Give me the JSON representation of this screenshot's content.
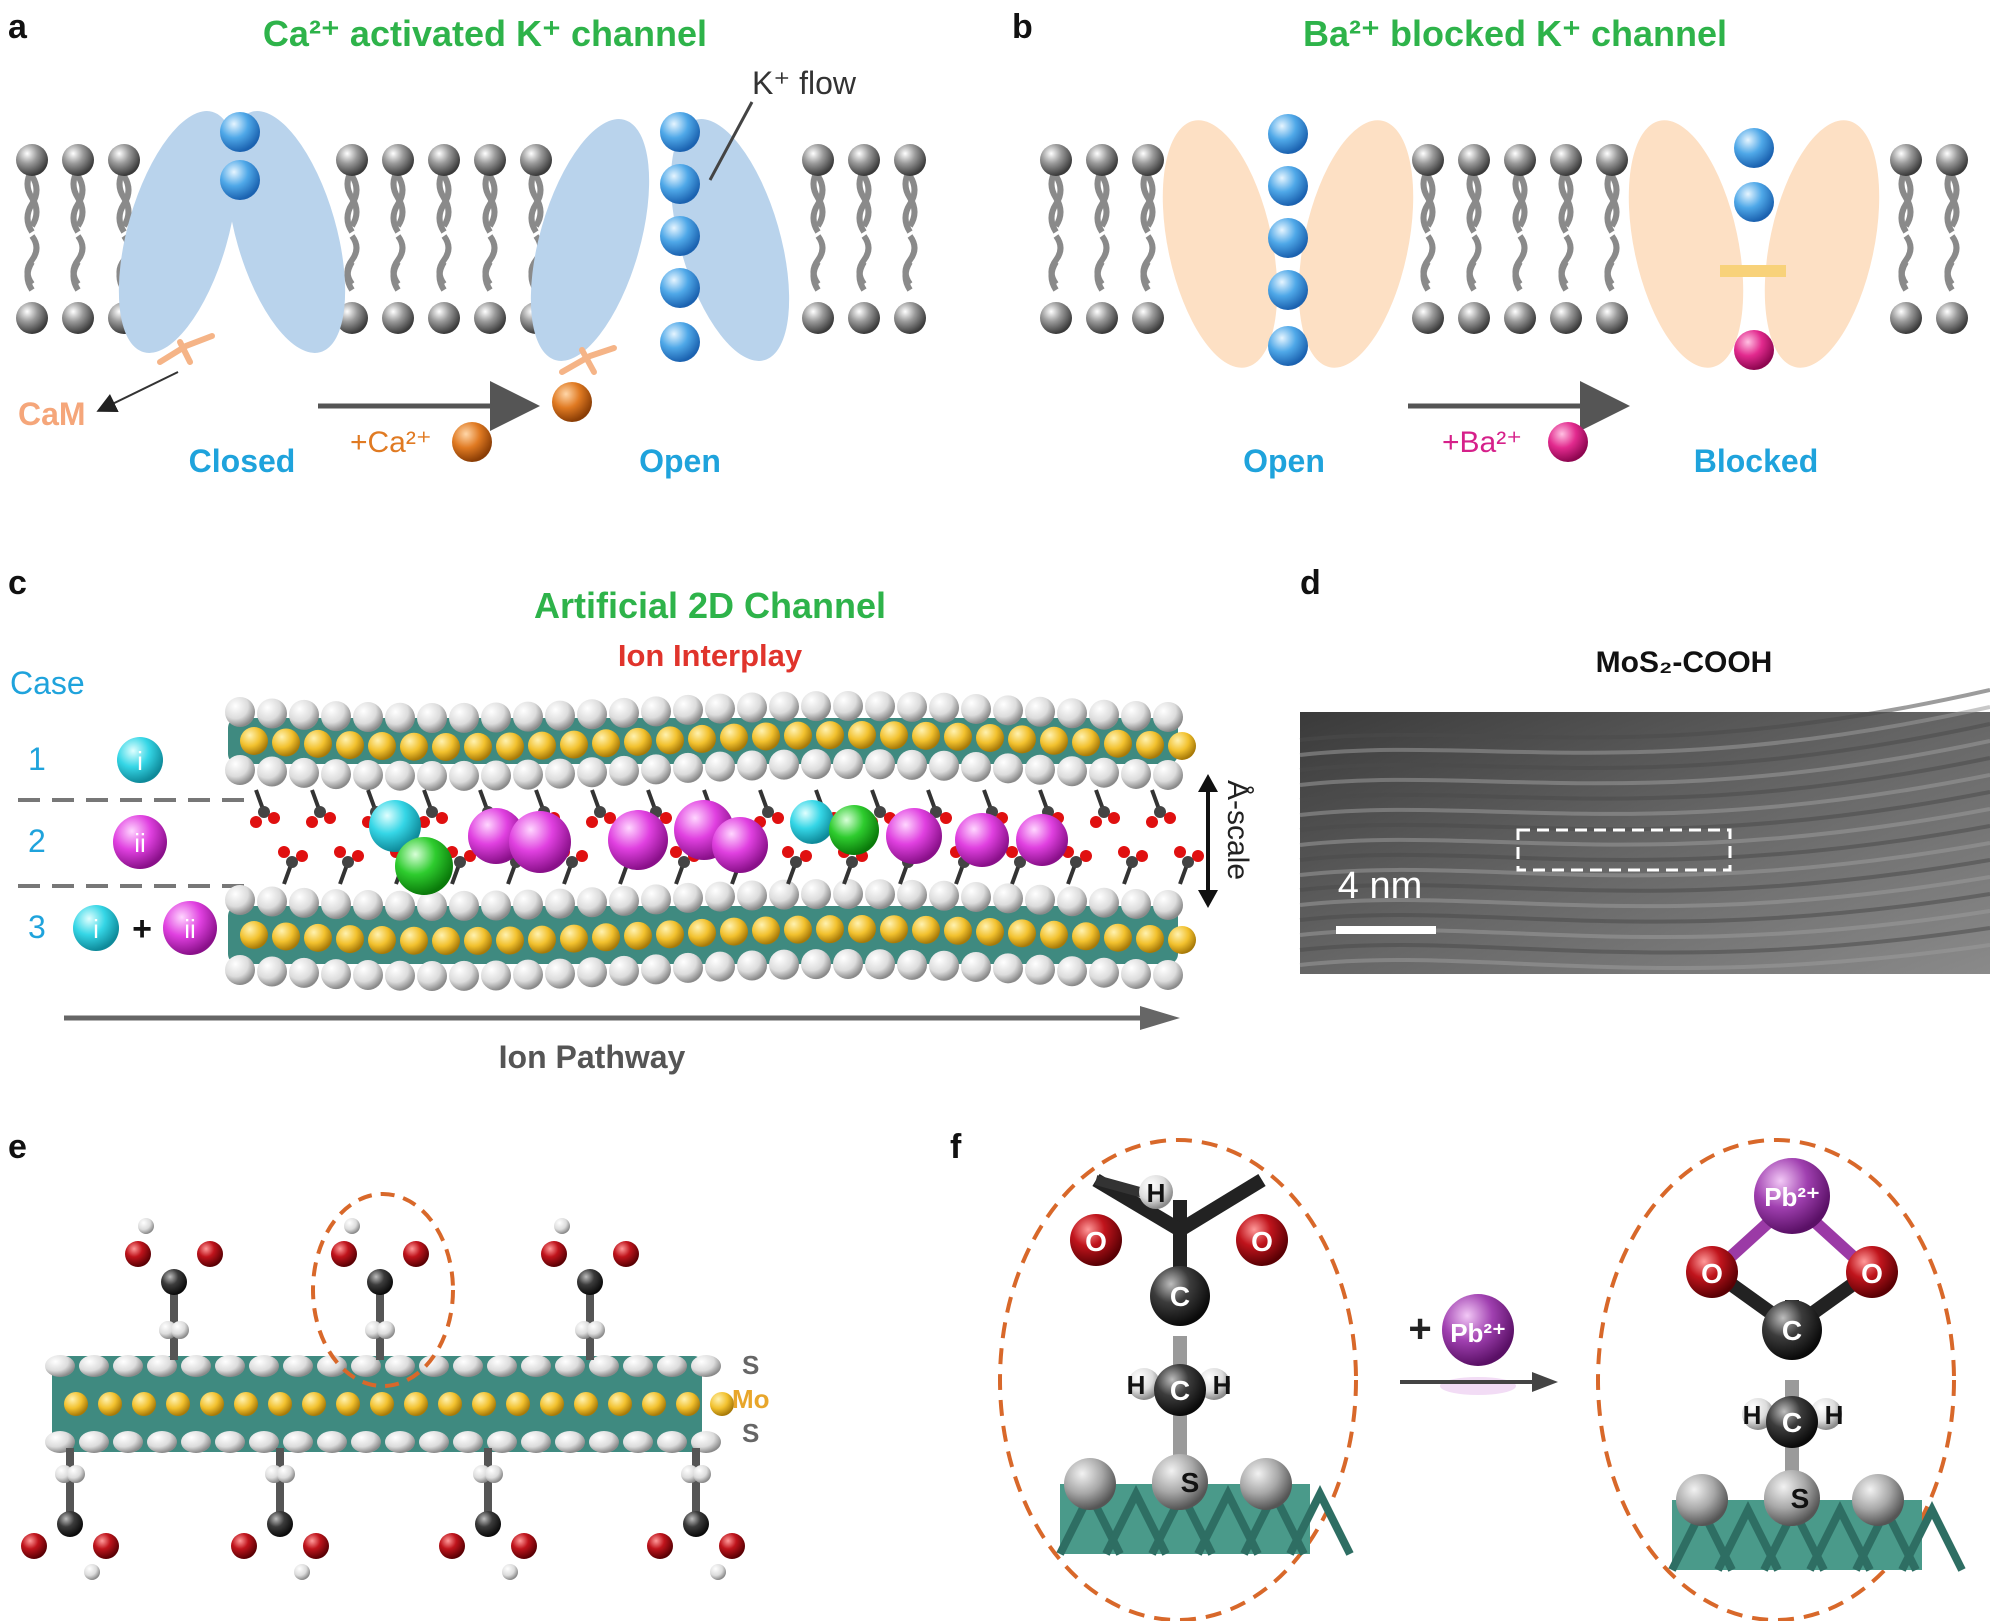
{
  "panels": {
    "a": {
      "label": "a",
      "title": "Ca²⁺ activated K⁺ channel",
      "flow_label": "K⁺ flow",
      "cam_label": "CaM",
      "reagent": "+Ca²⁺",
      "state_left": "Closed",
      "state_right": "Open"
    },
    "b": {
      "label": "b",
      "title": "Ba²⁺ blocked K⁺ channel",
      "reagent": "+Ba²⁺",
      "state_left": "Open",
      "state_right": "Blocked"
    },
    "c": {
      "label": "c",
      "title": "Artificial 2D Channel",
      "subtitle": "Ion Interplay",
      "case_header": "Case",
      "cases": [
        {
          "num": "1",
          "tokens": [
            "i"
          ]
        },
        {
          "num": "2",
          "tokens": [
            "ii"
          ]
        },
        {
          "num": "3",
          "tokens": [
            "i",
            "+",
            "ii"
          ]
        }
      ],
      "scale_label": "Å-scale",
      "pathway_label": "Ion Pathway"
    },
    "d": {
      "label": "d",
      "title": "MoS₂-COOH",
      "scale_bar": "4 nm"
    },
    "e": {
      "label": "e",
      "layer_top": "S",
      "layer_mid": "Mo",
      "layer_bot": "S"
    },
    "f": {
      "label": "f",
      "reagent_plus": "+",
      "reagent_ion": "Pb²⁺",
      "atoms": {
        "H": "H",
        "O": "O",
        "C": "C",
        "S": "S",
        "Pb": "Pb²⁺"
      }
    }
  },
  "colors": {
    "title_green": "#2eb34a",
    "state_blue": "#1fa3dc",
    "calcium_orange": "#e07a22",
    "barium_magenta": "#d6208a",
    "interplay_red": "#e0342c",
    "mo_gold": "#e8a62b",
    "ion_cyan": "#35d6e6",
    "ion_magenta": "#e040e0",
    "ion_green": "#2ecc2e",
    "pb_purple": "#9b3aa6",
    "channel_blue": "#b9d3ec",
    "channel_peach": "#fde0c4"
  }
}
